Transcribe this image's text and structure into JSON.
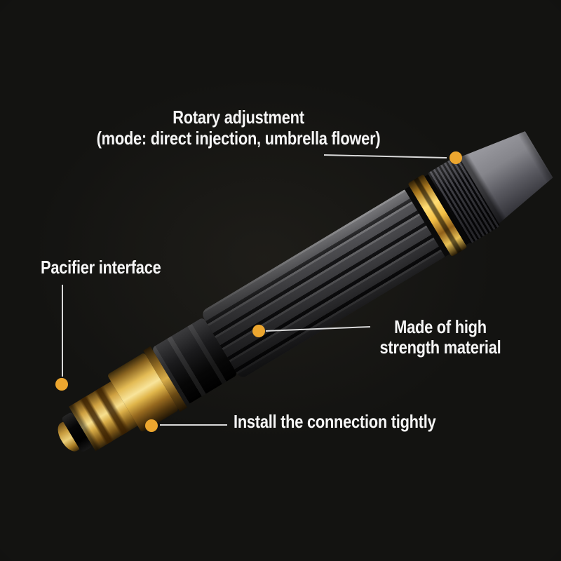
{
  "style": {
    "background_color": "#131311",
    "text_color": "#f6f6f6",
    "dot_color": "#eca62f",
    "line_color": "#d9d9d9",
    "brass_color": "#e0b64b",
    "gold_ring_color": "#f3bf45",
    "body_color": "#4a4a4e",
    "tip_color": "#85858b"
  },
  "subject": "high-pressure hose spray nozzle product photo with callouts",
  "annotations": {
    "rotary": {
      "line1": "Rotary adjustment",
      "line2": "(mode: direct injection, umbrella flower)"
    },
    "pacifier": {
      "label": "Pacifier interface"
    },
    "material": {
      "line1": "Made of high",
      "line2": "strength material"
    },
    "install": {
      "label": "Install the connection tightly"
    }
  }
}
